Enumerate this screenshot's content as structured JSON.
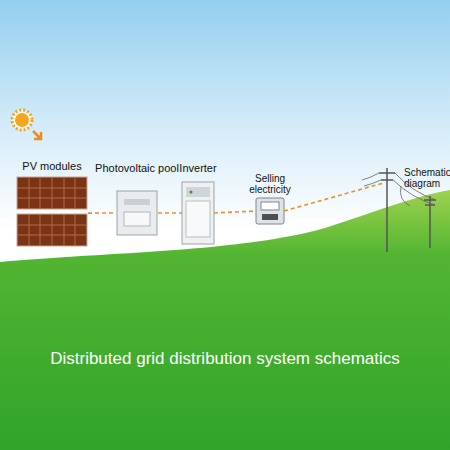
{
  "diagram": {
    "caption": "Distributed grid distribution system schematics",
    "nodes": [
      {
        "text": [
          "PV modules"
        ]
      },
      {
        "text": [
          "Photovoltaic pool"
        ]
      },
      {
        "text": [
          "Inverter"
        ]
      },
      {
        "text": [
          "Selling electricity"
        ]
      },
      {
        "text": [
          "Schematic diagram"
        ]
      }
    ],
    "edges": [
      {
        "from": 0,
        "to": 1,
        "arrow": "none"
      },
      {
        "from": 1,
        "to": 2,
        "arrow": "none"
      },
      {
        "from": 2,
        "to": 3,
        "arrow": "none"
      },
      {
        "from": 3,
        "to": 4,
        "arrow": "none"
      }
    ]
  }
}
